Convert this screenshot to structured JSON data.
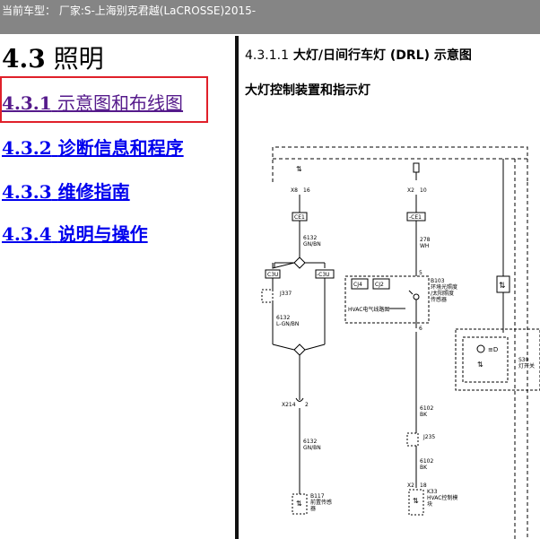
{
  "header": {
    "title": "当前车型： 厂家:S-上海别克君越(LaCROSSE)2015-"
  },
  "sidebar": {
    "section_number": "4.3",
    "section_title": "照明",
    "items": [
      {
        "number": "4.3.1",
        "label": "示意图和布线图"
      },
      {
        "number": "4.3.2",
        "label": "诊断信息和程序"
      },
      {
        "number": "4.3.3",
        "label": "维修指南"
      },
      {
        "number": "4.3.4",
        "label": "说明与操作"
      }
    ]
  },
  "content": {
    "heading_number": "4.3.1.1",
    "heading_text": "大灯/日间行车灯 (DRL) 示意图",
    "subheading": "大灯控制装置和指示灯"
  },
  "diagram": {
    "left_conn_a": "X8",
    "left_conn_a_pin": "16",
    "splice_ce1": "CE1",
    "wire_6132_a": "6132",
    "wire_6132_a_color": "GN/BN",
    "c3u_left": "C3U",
    "c3u_right": "-C3U",
    "j337": "J337",
    "wire_6132_b": "6132",
    "wire_6132_b_color": "L-GN/BN",
    "conn_x214": "X214",
    "conn_x214_pin": "2",
    "wire_6132_c": "6132",
    "wire_6132_c_color": "GN/BN",
    "b117": "B117",
    "b117_name_1": "前置传感",
    "b117_name_2": "器",
    "mid_conn_x2": "X2",
    "mid_conn_x2_pin": "10",
    "splice_ce1_mid": "-CE1",
    "wire_278": "278",
    "wire_278_color": "WH",
    "pin_5": "5",
    "b103": "B103",
    "b103_name_1": "环境光照度",
    "b103_name_2": "/太阳照度",
    "b103_name_3": "传感器",
    "cj4": "CJ4",
    "cj2": "CJ2",
    "hvac_label": "HVAC电气线路图",
    "pin_6": "6",
    "wire_6102_a": "6102",
    "wire_6102_a_color": "BK",
    "j235": "J235",
    "wire_6102_b": "6102",
    "wire_6102_b_color": "BK",
    "x2_bottom": "X2",
    "x2_bottom_pin": "18",
    "k33": "K33",
    "k33_name_1": "HVAC控制模",
    "k33_name_2": "块",
    "s30": "S30",
    "s30_name": "灯开关"
  }
}
